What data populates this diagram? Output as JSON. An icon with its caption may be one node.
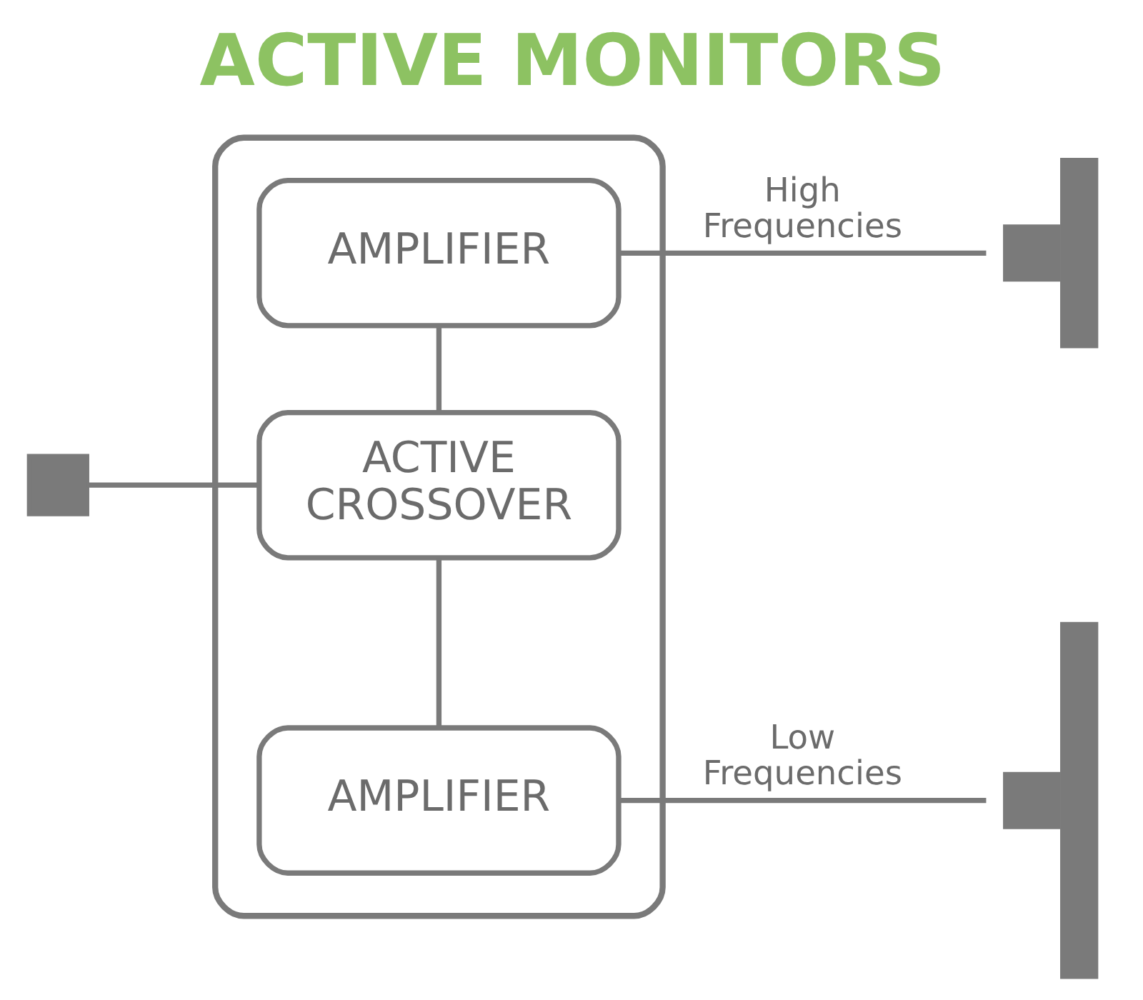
{
  "diagram": {
    "title": "ACTIVE MONITORS",
    "nodes": [
      {
        "text": [],
        "shape": "box"
      },
      {
        "text": [
          "AMPLIFIER"
        ],
        "in": 0
      },
      {
        "text": [
          "ACTIVE CROSSOVER"
        ],
        "in": 0
      },
      {
        "text": [
          "AMPLIFIER"
        ],
        "in": 0
      },
      {
        "text": [],
        "shape": "box"
      },
      {
        "text": [],
        "shape": "bar"
      },
      {
        "text": [],
        "shape": "bar"
      }
    ],
    "edges": [
      {
        "from": 4,
        "to": 2,
        "arrow": "none"
      },
      {
        "from": 1,
        "to": 2,
        "arrow": "none"
      },
      {
        "from": 2,
        "to": 3,
        "arrow": "none"
      },
      {
        "from": 1,
        "to": 5,
        "label": "High Frequencies",
        "arrow": "none"
      },
      {
        "from": 3,
        "to": 6,
        "label": "Low Frequencies",
        "arrow": "none"
      }
    ]
  }
}
